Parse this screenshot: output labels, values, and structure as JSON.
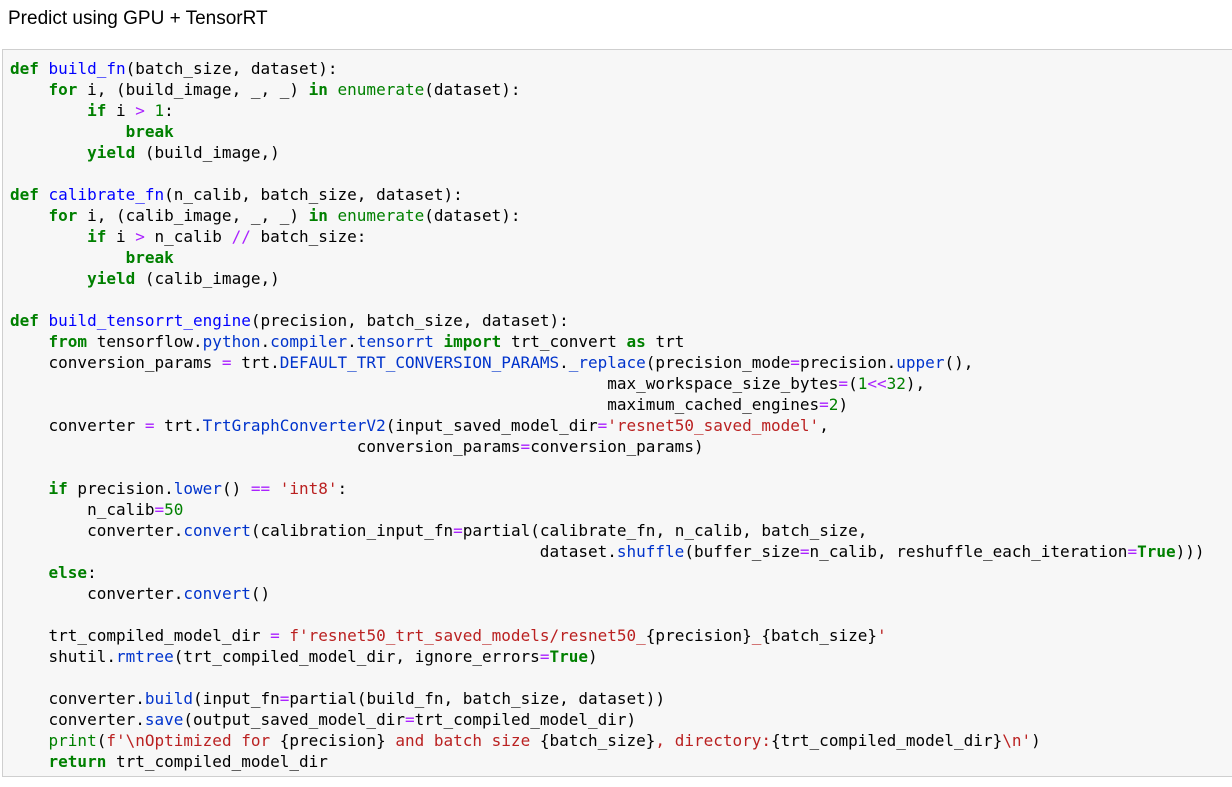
{
  "heading": "Predict using GPU + TensorRT",
  "colors": {
    "cell_background": "#f7f7f7",
    "cell_border": "#cfcfcf",
    "keyword": "#008000",
    "function_name": "#0000ff",
    "builtin": "#008000",
    "attribute": "#0033cc",
    "number": "#008000",
    "string": "#ba2121",
    "operator": "#aa22ff"
  },
  "code_lines": [
    [
      [
        "kw",
        "def"
      ],
      [
        "p",
        " "
      ],
      [
        "fn",
        "build_fn"
      ],
      [
        "p",
        "(batch_size, dataset):"
      ]
    ],
    [
      [
        "p",
        "    "
      ],
      [
        "kw",
        "for"
      ],
      [
        "p",
        " i, (build_image, _, _) "
      ],
      [
        "kw",
        "in"
      ],
      [
        "p",
        " "
      ],
      [
        "bi",
        "enumerate"
      ],
      [
        "p",
        "(dataset):"
      ]
    ],
    [
      [
        "p",
        "        "
      ],
      [
        "kw",
        "if"
      ],
      [
        "p",
        " i "
      ],
      [
        "op",
        ">"
      ],
      [
        "p",
        " "
      ],
      [
        "num",
        "1"
      ],
      [
        "p",
        ":"
      ]
    ],
    [
      [
        "p",
        "            "
      ],
      [
        "kw",
        "break"
      ]
    ],
    [
      [
        "p",
        "        "
      ],
      [
        "kw",
        "yield"
      ],
      [
        "p",
        " (build_image,)"
      ]
    ],
    [],
    [
      [
        "kw",
        "def"
      ],
      [
        "p",
        " "
      ],
      [
        "fn",
        "calibrate_fn"
      ],
      [
        "p",
        "(n_calib, batch_size, dataset):"
      ]
    ],
    [
      [
        "p",
        "    "
      ],
      [
        "kw",
        "for"
      ],
      [
        "p",
        " i, (calib_image, _, _) "
      ],
      [
        "kw",
        "in"
      ],
      [
        "p",
        " "
      ],
      [
        "bi",
        "enumerate"
      ],
      [
        "p",
        "(dataset):"
      ]
    ],
    [
      [
        "p",
        "        "
      ],
      [
        "kw",
        "if"
      ],
      [
        "p",
        " i "
      ],
      [
        "op",
        ">"
      ],
      [
        "p",
        " n_calib "
      ],
      [
        "op",
        "//"
      ],
      [
        "p",
        " batch_size:"
      ]
    ],
    [
      [
        "p",
        "            "
      ],
      [
        "kw",
        "break"
      ]
    ],
    [
      [
        "p",
        "        "
      ],
      [
        "kw",
        "yield"
      ],
      [
        "p",
        " (calib_image,)"
      ]
    ],
    [],
    [
      [
        "kw",
        "def"
      ],
      [
        "p",
        " "
      ],
      [
        "fn",
        "build_tensorrt_engine"
      ],
      [
        "p",
        "(precision, batch_size, dataset):"
      ]
    ],
    [
      [
        "p",
        "    "
      ],
      [
        "kw",
        "from"
      ],
      [
        "p",
        " tensorflow"
      ],
      [
        "p",
        "."
      ],
      [
        "attr",
        "python"
      ],
      [
        "p",
        "."
      ],
      [
        "attr",
        "compiler"
      ],
      [
        "p",
        "."
      ],
      [
        "attr",
        "tensorrt"
      ],
      [
        "p",
        " "
      ],
      [
        "kw",
        "import"
      ],
      [
        "p",
        " trt_convert "
      ],
      [
        "kw",
        "as"
      ],
      [
        "p",
        " trt"
      ]
    ],
    [
      [
        "p",
        "    conversion_params "
      ],
      [
        "op",
        "="
      ],
      [
        "p",
        " trt"
      ],
      [
        "p",
        "."
      ],
      [
        "attr",
        "DEFAULT_TRT_CONVERSION_PARAMS"
      ],
      [
        "p",
        "."
      ],
      [
        "attr",
        "_replace"
      ],
      [
        "p",
        "(precision_mode"
      ],
      [
        "op",
        "="
      ],
      [
        "p",
        "precision"
      ],
      [
        "p",
        "."
      ],
      [
        "attr",
        "upper"
      ],
      [
        "p",
        "(),"
      ]
    ],
    [
      [
        "p",
        "                                                              max_workspace_size_bytes"
      ],
      [
        "op",
        "="
      ],
      [
        "p",
        "("
      ],
      [
        "num",
        "1"
      ],
      [
        "op",
        "<<"
      ],
      [
        "num",
        "32"
      ],
      [
        "p",
        "),"
      ]
    ],
    [
      [
        "p",
        "                                                              maximum_cached_engines"
      ],
      [
        "op",
        "="
      ],
      [
        "num",
        "2"
      ],
      [
        "p",
        ")"
      ]
    ],
    [
      [
        "p",
        "    converter "
      ],
      [
        "op",
        "="
      ],
      [
        "p",
        " trt"
      ],
      [
        "p",
        "."
      ],
      [
        "attr",
        "TrtGraphConverterV2"
      ],
      [
        "p",
        "(input_saved_model_dir"
      ],
      [
        "op",
        "="
      ],
      [
        "str",
        "'resnet50_saved_model'"
      ],
      [
        "p",
        ","
      ]
    ],
    [
      [
        "p",
        "                                    conversion_params"
      ],
      [
        "op",
        "="
      ],
      [
        "p",
        "conversion_params)"
      ]
    ],
    [],
    [
      [
        "p",
        "    "
      ],
      [
        "kw",
        "if"
      ],
      [
        "p",
        " precision"
      ],
      [
        "p",
        "."
      ],
      [
        "attr",
        "lower"
      ],
      [
        "p",
        "() "
      ],
      [
        "op",
        "=="
      ],
      [
        "p",
        " "
      ],
      [
        "str",
        "'int8'"
      ],
      [
        "p",
        ":"
      ]
    ],
    [
      [
        "p",
        "        n_calib"
      ],
      [
        "op",
        "="
      ],
      [
        "num",
        "50"
      ]
    ],
    [
      [
        "p",
        "        converter"
      ],
      [
        "p",
        "."
      ],
      [
        "attr",
        "convert"
      ],
      [
        "p",
        "(calibration_input_fn"
      ],
      [
        "op",
        "="
      ],
      [
        "p",
        "partial(calibrate_fn, n_calib, batch_size,"
      ]
    ],
    [
      [
        "p",
        "                                                       dataset"
      ],
      [
        "p",
        "."
      ],
      [
        "attr",
        "shuffle"
      ],
      [
        "p",
        "(buffer_size"
      ],
      [
        "op",
        "="
      ],
      [
        "p",
        "n_calib, reshuffle_each_iteration"
      ],
      [
        "op",
        "="
      ],
      [
        "kw",
        "True"
      ],
      [
        "p",
        ")))"
      ]
    ],
    [
      [
        "p",
        "    "
      ],
      [
        "kw",
        "else"
      ],
      [
        "p",
        ":"
      ]
    ],
    [
      [
        "p",
        "        converter"
      ],
      [
        "p",
        "."
      ],
      [
        "attr",
        "convert"
      ],
      [
        "p",
        "()"
      ]
    ],
    [],
    [
      [
        "p",
        "    trt_compiled_model_dir "
      ],
      [
        "op",
        "="
      ],
      [
        "p",
        " "
      ],
      [
        "str",
        "f'resnet50_trt_saved_models/resnet50_"
      ],
      [
        "p",
        "{precision}"
      ],
      [
        "str",
        "_"
      ],
      [
        "p",
        "{batch_size}"
      ],
      [
        "str",
        "'"
      ]
    ],
    [
      [
        "p",
        "    shutil"
      ],
      [
        "p",
        "."
      ],
      [
        "attr",
        "rmtree"
      ],
      [
        "p",
        "(trt_compiled_model_dir, ignore_errors"
      ],
      [
        "op",
        "="
      ],
      [
        "kw",
        "True"
      ],
      [
        "p",
        ")"
      ]
    ],
    [],
    [
      [
        "p",
        "    converter"
      ],
      [
        "p",
        "."
      ],
      [
        "attr",
        "build"
      ],
      [
        "p",
        "(input_fn"
      ],
      [
        "op",
        "="
      ],
      [
        "p",
        "partial(build_fn, batch_size, dataset))"
      ]
    ],
    [
      [
        "p",
        "    converter"
      ],
      [
        "p",
        "."
      ],
      [
        "attr",
        "save"
      ],
      [
        "p",
        "(output_saved_model_dir"
      ],
      [
        "op",
        "="
      ],
      [
        "p",
        "trt_compiled_model_dir)"
      ]
    ],
    [
      [
        "p",
        "    "
      ],
      [
        "bi",
        "print"
      ],
      [
        "p",
        "("
      ],
      [
        "str",
        "f'\\nOptimized for "
      ],
      [
        "p",
        "{precision}"
      ],
      [
        "str",
        " and batch size "
      ],
      [
        "p",
        "{batch_size}"
      ],
      [
        "str",
        ", directory:"
      ],
      [
        "p",
        "{trt_compiled_model_dir}"
      ],
      [
        "str",
        "\\n'"
      ],
      [
        "p",
        ")"
      ]
    ],
    [
      [
        "p",
        "    "
      ],
      [
        "kw",
        "return"
      ],
      [
        "p",
        " trt_compiled_model_dir"
      ]
    ]
  ]
}
